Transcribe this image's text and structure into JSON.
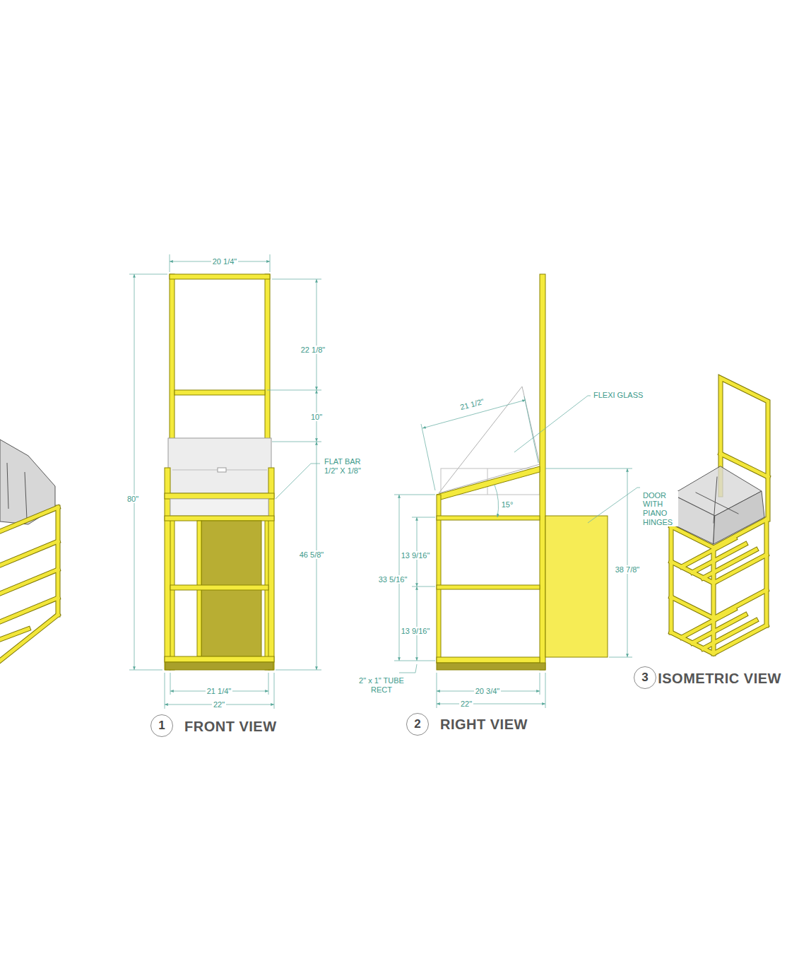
{
  "diagram": {
    "nodes": [
      {
        "text": [
          "1"
        ]
      },
      {
        "text": [
          "2"
        ]
      },
      {
        "text": [
          "3"
        ]
      }
    ],
    "labels": [
      "20 1/4\"",
      "22 1/8\"",
      "10\"",
      "80\"",
      "FLAT BAR 1/2\" X 1/8\"",
      "46 5/8\"",
      "21 1/4\"",
      "22\"",
      "FRONT VIEW",
      "21 1/2\"",
      "FLEXI GLASS",
      "15°",
      "DOOR WITH PIANO HINGES",
      "13 9/16\"",
      "33 5/16\"",
      "13 9/16\"",
      "38 7/8\"",
      "2\" x 1\" TUBE RECT",
      "20 3/4\"",
      "22\"",
      "RIGHT VIEW",
      "ISOMETRIC VIEW"
    ]
  }
}
